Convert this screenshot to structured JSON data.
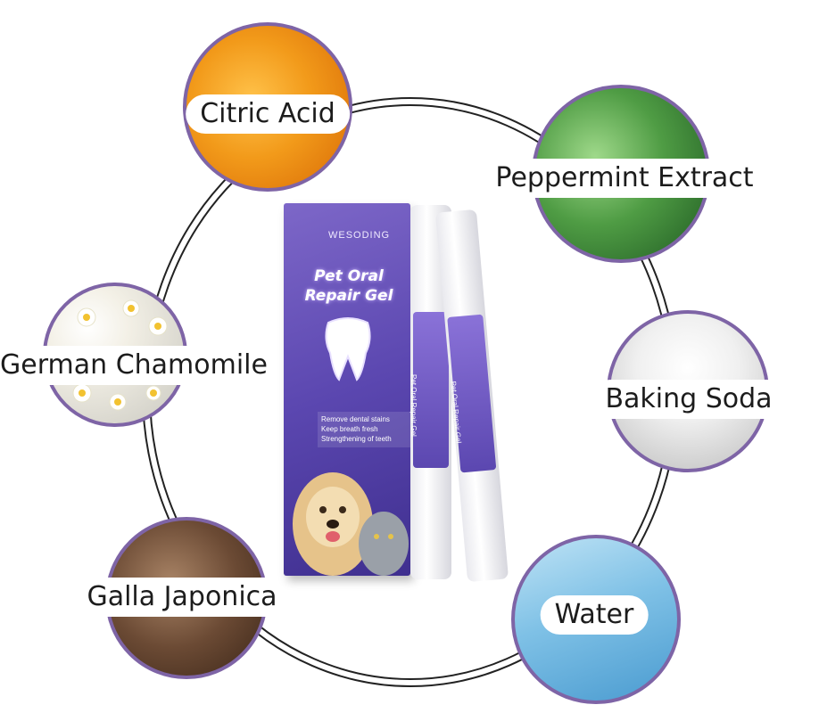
{
  "ingredients": {
    "citric_acid": "Citric Acid",
    "peppermint": "Peppermint Extract",
    "chamomile": "German Chamomile",
    "baking_soda": "Baking Soda",
    "galla": "Galla Japonica",
    "water": "Water"
  },
  "product": {
    "brand": "WESODING",
    "title_line1": "Pet Oral",
    "title_line2": "Repair Gel",
    "claims": [
      "Remove dental stains",
      "Keep breath fresh",
      "Strengthening of teeth"
    ],
    "pen_label": "Pet Oral Repair Gel"
  },
  "colors": {
    "ring_border": "#7e64a6",
    "box_purple": "#5b47b0"
  }
}
